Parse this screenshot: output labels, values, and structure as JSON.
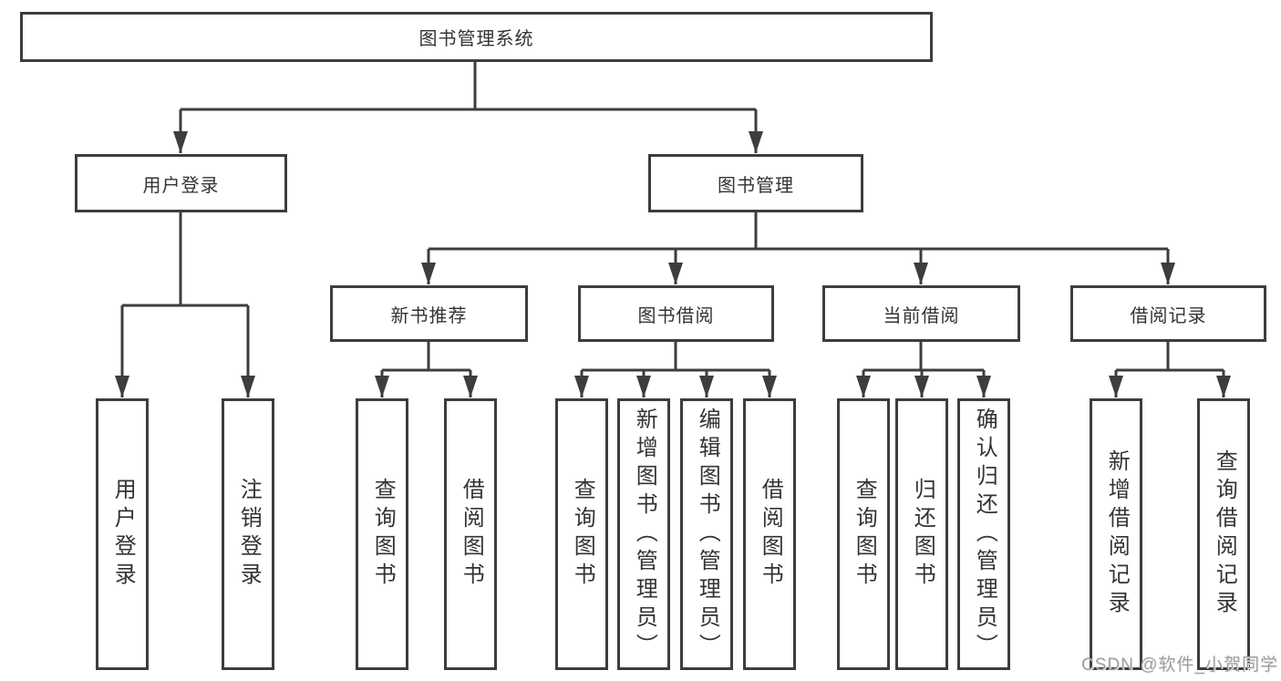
{
  "diagram": {
    "type": "hierarchy-tree",
    "colors": {
      "line": "#3d3d3d",
      "box_background": "#ffffff",
      "text": "#333333",
      "watermark_text": "#a0a0a0"
    },
    "root": {
      "label": "图书管理系统",
      "children": [
        {
          "label": "用户登录",
          "children": [
            {
              "label": "用户登录"
            },
            {
              "label": "注销登录"
            }
          ]
        },
        {
          "label": "图书管理",
          "children": [
            {
              "label": "新书推荐",
              "children": [
                {
                  "label": "查询图书"
                },
                {
                  "label": "借阅图书"
                }
              ]
            },
            {
              "label": "图书借阅",
              "children": [
                {
                  "label": "查询图书"
                },
                {
                  "label": "新增图书（管理员）"
                },
                {
                  "label": "编辑图书（管理员）"
                },
                {
                  "label": "借阅图书"
                }
              ]
            },
            {
              "label": "当前借阅",
              "children": [
                {
                  "label": "查询图书"
                },
                {
                  "label": "归还图书"
                },
                {
                  "label": "确认归还（管理员）"
                }
              ]
            },
            {
              "label": "借阅记录",
              "children": [
                {
                  "label": "新增借阅记录"
                },
                {
                  "label": "查询借阅记录"
                }
              ]
            }
          ]
        }
      ]
    },
    "watermark": "CSDN @软件_小贺同学"
  }
}
